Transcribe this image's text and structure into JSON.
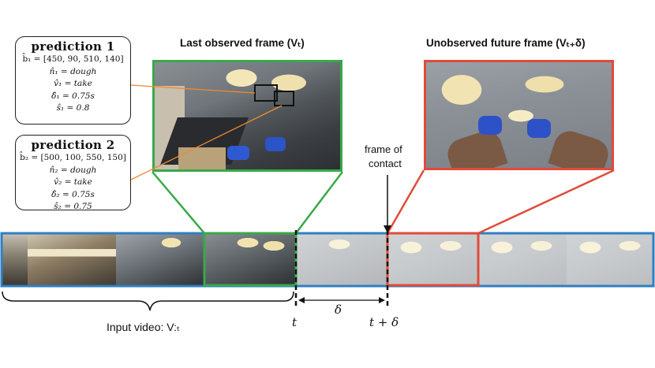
{
  "predictions": [
    {
      "title": "prediction 1",
      "box": "b̂₁ = [450, 90, 510, 140]",
      "noun": "n̂₁ = dough",
      "verb": "v̂₁ = take",
      "delta": "δ̂₁ = 0.75s",
      "score": "ŝ₁ = 0.8"
    },
    {
      "title": "prediction 2",
      "box": "b̂₂ = [500, 100, 550, 150]",
      "noun": "n̂₂ = dough",
      "verb": "v̂₂ = take",
      "delta": "δ̂₂ = 0.75s",
      "score": "ŝ₂ = 0.75"
    }
  ],
  "headers": {
    "last_observed": "Last observed frame (Vₜ)",
    "unobserved": "Unobserved future frame (Vₜ₊δ)"
  },
  "labels": {
    "frame_of_contact_1": "frame of",
    "frame_of_contact_2": "contact",
    "input_video": "Input video: V:ₜ",
    "t": "t",
    "delta": "δ",
    "t_plus_delta": "t + δ"
  },
  "colors": {
    "green": "#3aa84a",
    "red": "#e04b3a",
    "blue": "#2f7fc1",
    "orange": "#f08a30"
  }
}
